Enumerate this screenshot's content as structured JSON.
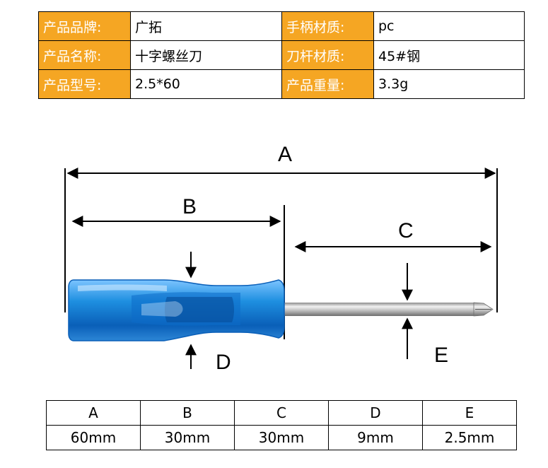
{
  "spec": {
    "rows": [
      {
        "label1": "产品品牌:",
        "value1": "广拓",
        "label2": "手柄材质:",
        "value2": "pc"
      },
      {
        "label1": "产品名称:",
        "value1": "十字螺丝刀",
        "label2": "刀杆材质:",
        "value2": "45#钢"
      },
      {
        "label1": "产品型号:",
        "value1": "2.5*60",
        "label2": "产品重量:",
        "value2": "3.3g"
      }
    ]
  },
  "diagram": {
    "labels": {
      "a": "A",
      "b": "B",
      "c": "C",
      "d": "D",
      "e": "E"
    },
    "colors": {
      "handle": "#1E8FE0",
      "handle_dark": "#0A5FB8",
      "shaft": "#C8C8C8"
    }
  },
  "dims": {
    "headers": [
      "A",
      "B",
      "C",
      "D",
      "E"
    ],
    "values": [
      "60mm",
      "30mm",
      "30mm",
      "9mm",
      "2.5mm"
    ]
  }
}
